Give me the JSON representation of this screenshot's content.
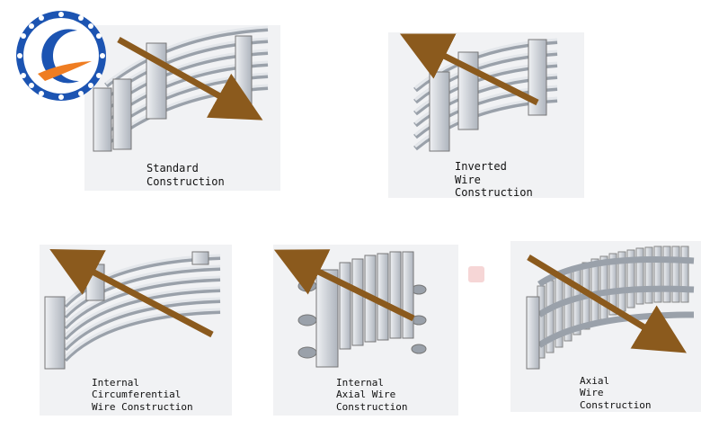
{
  "figures": [
    {
      "id": "standard",
      "caption": "Standard\nConstruction"
    },
    {
      "id": "inverted",
      "caption": "Inverted\nWire\nConstruction"
    },
    {
      "id": "internal-circumferential",
      "caption": "Internal\nCircumferential\nWire Construction"
    },
    {
      "id": "internal-axial",
      "caption": "Internal\nAxial Wire\nConstruction"
    },
    {
      "id": "axial",
      "caption": "Axial\nWire\nConstruction"
    }
  ],
  "colors": {
    "panel": "#f1f2f4",
    "metal": "#c9ced6",
    "metal_dark": "#8c939c",
    "arrow": "#8b5a1d",
    "logo_blue": "#1c54b2",
    "logo_orange": "#ef7d22"
  }
}
